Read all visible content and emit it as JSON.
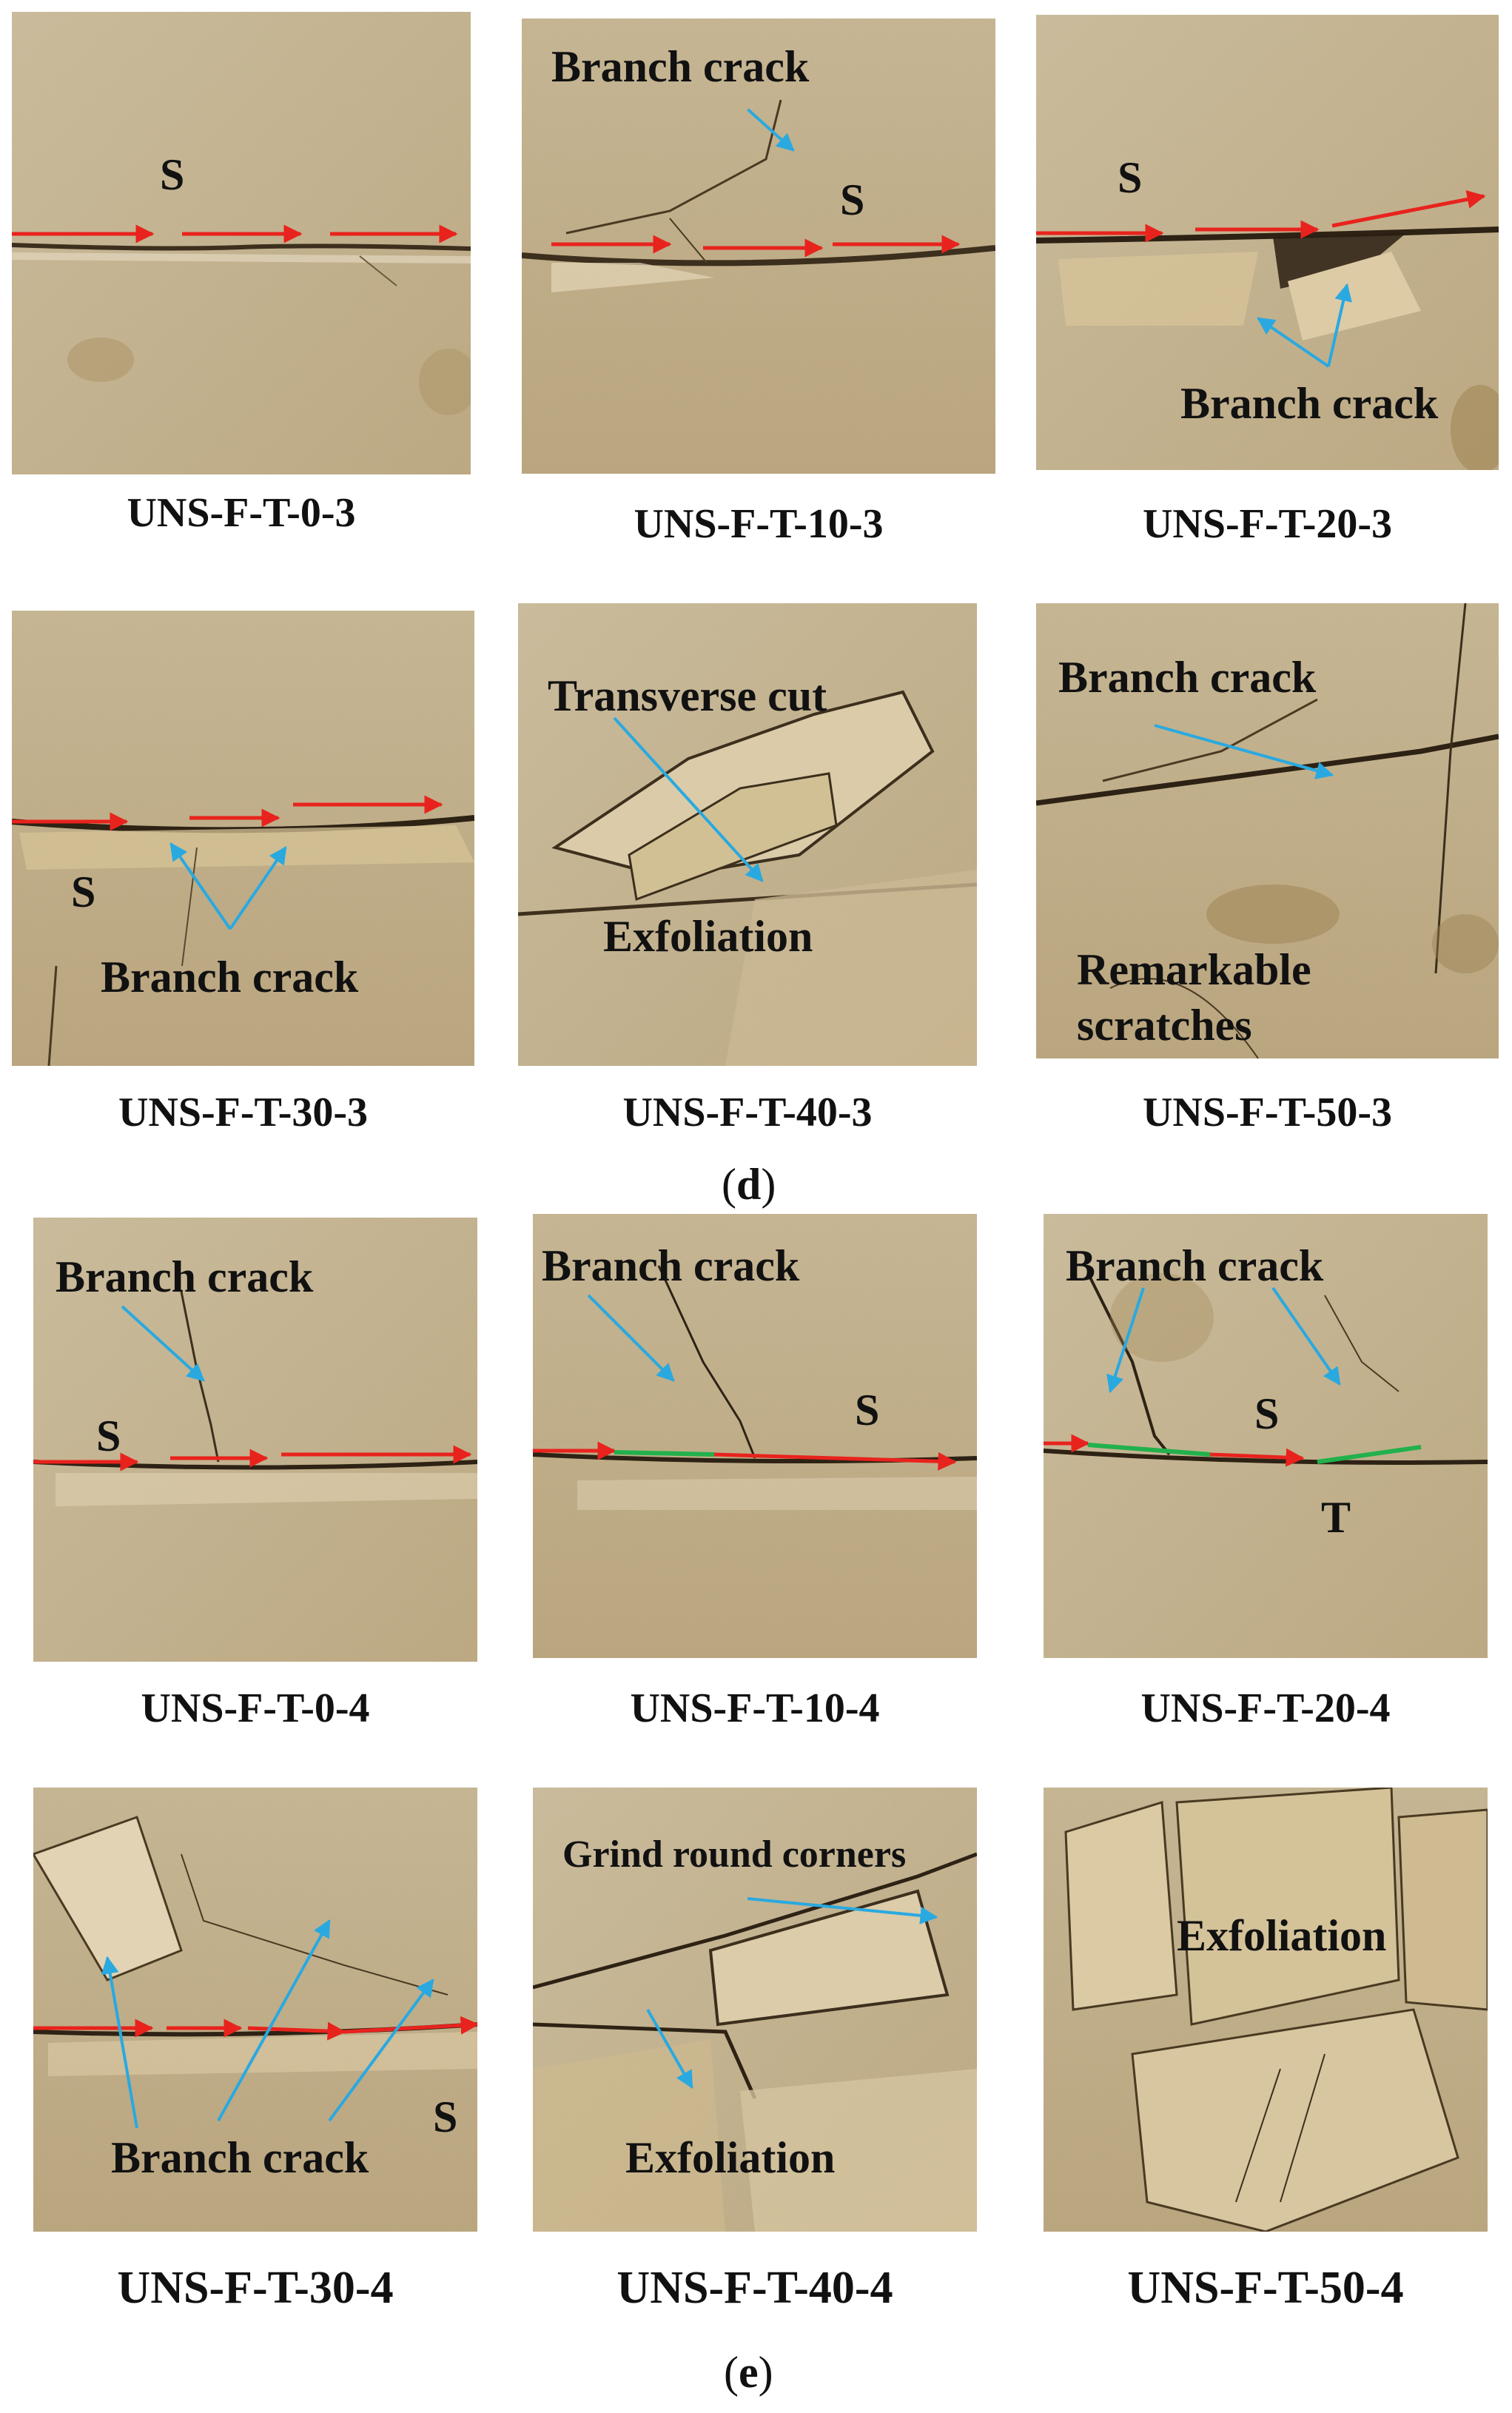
{
  "colors": {
    "shear_arrow": "#e8231d",
    "crack_arrow": "#29a9e0",
    "tension_line": "#22b14c",
    "sandstone": "#c9b68f"
  },
  "figure_d": {
    "label_open": "(",
    "label_letter": "d",
    "label_close": ")",
    "panels": [
      {
        "caption": "UNS-F-T-0-3",
        "annotations": [
          "S"
        ]
      },
      {
        "caption": "UNS-F-T-10-3",
        "annotations": [
          "Branch crack",
          "S"
        ]
      },
      {
        "caption": "UNS-F-T-20-3",
        "annotations": [
          "S",
          "Branch crack"
        ]
      },
      {
        "caption": "UNS-F-T-30-3",
        "annotations": [
          "S",
          "Branch crack"
        ]
      },
      {
        "caption": "UNS-F-T-40-3",
        "annotations": [
          "Transverse cut",
          "Exfoliation"
        ]
      },
      {
        "caption": "UNS-F-T-50-3",
        "annotations": [
          "Branch crack",
          "Remarkable",
          "scratches"
        ]
      }
    ]
  },
  "figure_e": {
    "label_open": "(",
    "label_letter": "e",
    "label_close": ")",
    "panels": [
      {
        "caption": "UNS-F-T-0-4",
        "annotations": [
          "Branch crack",
          "S"
        ]
      },
      {
        "caption": "UNS-F-T-10-4",
        "annotations": [
          "Branch crack",
          "S"
        ]
      },
      {
        "caption": "UNS-F-T-20-4",
        "annotations": [
          "Branch crack",
          "S",
          "T"
        ]
      },
      {
        "caption": "UNS-F-T-30-4",
        "annotations": [
          "Branch crack",
          "S"
        ]
      },
      {
        "caption": "UNS-F-T-40-4",
        "annotations": [
          "Grind round corners",
          "Exfoliation"
        ]
      },
      {
        "caption": "UNS-F-T-50-4",
        "annotations": [
          "Exfoliation"
        ]
      }
    ]
  }
}
